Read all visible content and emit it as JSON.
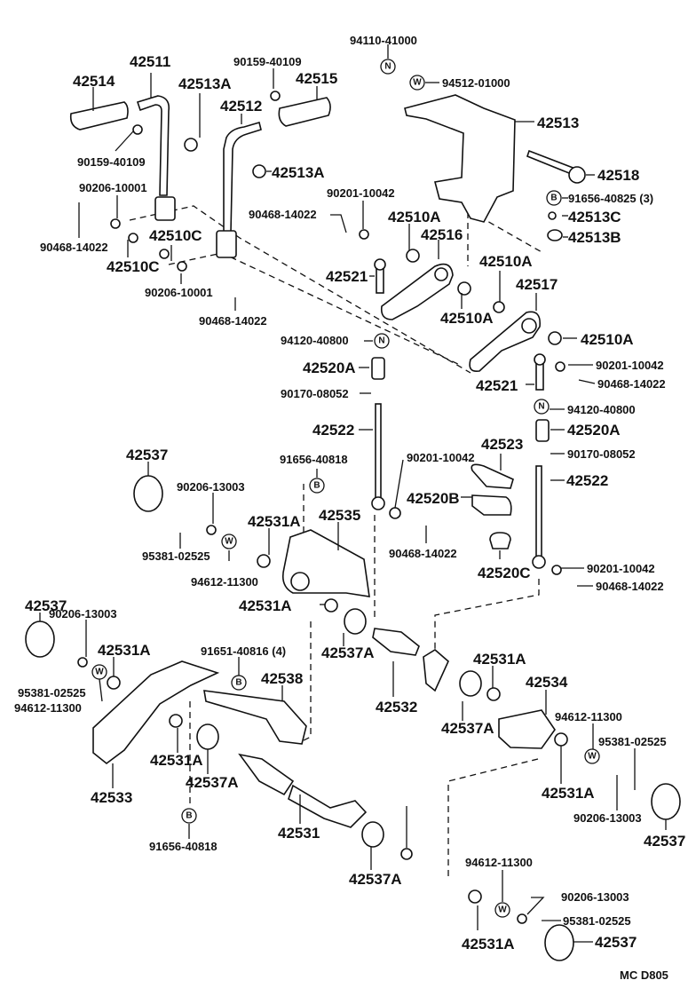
{
  "diagram": {
    "code": "MC D805",
    "labels": [
      {
        "id": "l1",
        "text": "94110-41000"
      },
      {
        "id": "l2",
        "text": "94512-01000"
      },
      {
        "id": "l3",
        "text": "42511"
      },
      {
        "id": "l4",
        "text": "90159-40109"
      },
      {
        "id": "l5",
        "text": "42514"
      },
      {
        "id": "l6",
        "text": "42513A"
      },
      {
        "id": "l7",
        "text": "42515"
      },
      {
        "id": "l8",
        "text": "42512"
      },
      {
        "id": "l9",
        "text": "42513"
      },
      {
        "id": "l10",
        "text": "90159-40109"
      },
      {
        "id": "l11",
        "text": "42513A"
      },
      {
        "id": "l12",
        "text": "42518"
      },
      {
        "id": "l13",
        "text": "90206-10001"
      },
      {
        "id": "l14",
        "text": "91656-40825 (3)"
      },
      {
        "id": "l15",
        "text": "90201-10042"
      },
      {
        "id": "l16",
        "text": "42513C"
      },
      {
        "id": "l17",
        "text": "90468-14022"
      },
      {
        "id": "l18",
        "text": "42510A"
      },
      {
        "id": "l19",
        "text": "42513B"
      },
      {
        "id": "l20",
        "text": "42510C"
      },
      {
        "id": "l21",
        "text": "42516"
      },
      {
        "id": "l22",
        "text": "90468-14022"
      },
      {
        "id": "l23",
        "text": "42510C"
      },
      {
        "id": "l24",
        "text": "42510A"
      },
      {
        "id": "l25",
        "text": "42521"
      },
      {
        "id": "l26",
        "text": "42517"
      },
      {
        "id": "l27",
        "text": "90206-10001"
      },
      {
        "id": "l28",
        "text": "42510A"
      },
      {
        "id": "l29",
        "text": "90468-14022"
      },
      {
        "id": "l30",
        "text": "42510A"
      },
      {
        "id": "l31",
        "text": "94120-40800"
      },
      {
        "id": "l32",
        "text": "90201-10042"
      },
      {
        "id": "l33",
        "text": "42520A"
      },
      {
        "id": "l34",
        "text": "42521"
      },
      {
        "id": "l35",
        "text": "90468-14022"
      },
      {
        "id": "l36",
        "text": "90170-08052"
      },
      {
        "id": "l37",
        "text": "94120-40800"
      },
      {
        "id": "l38",
        "text": "42522"
      },
      {
        "id": "l39",
        "text": "42520A"
      },
      {
        "id": "l40",
        "text": "42523"
      },
      {
        "id": "l41",
        "text": "90170-08052"
      },
      {
        "id": "l42",
        "text": "42537"
      },
      {
        "id": "l43",
        "text": "91656-40818"
      },
      {
        "id": "l44",
        "text": "90201-10042"
      },
      {
        "id": "l45",
        "text": "42522"
      },
      {
        "id": "l46",
        "text": "90206-13003"
      },
      {
        "id": "l47",
        "text": "42535"
      },
      {
        "id": "l48",
        "text": "42520B"
      },
      {
        "id": "l49",
        "text": "42531A"
      },
      {
        "id": "l50",
        "text": "95381-02525"
      },
      {
        "id": "l51",
        "text": "90468-14022"
      },
      {
        "id": "l52",
        "text": "94612-11300"
      },
      {
        "id": "l53",
        "text": "42520C"
      },
      {
        "id": "l54",
        "text": "90201-10042"
      },
      {
        "id": "l55",
        "text": "90468-14022"
      },
      {
        "id": "l56",
        "text": "42537"
      },
      {
        "id": "l57",
        "text": "42531A"
      },
      {
        "id": "l58",
        "text": "90206-13003"
      },
      {
        "id": "l59",
        "text": "42537A"
      },
      {
        "id": "l60",
        "text": "42531A"
      },
      {
        "id": "l61",
        "text": "91651-40816 (4)"
      },
      {
        "id": "l62",
        "text": "42531A"
      },
      {
        "id": "l63",
        "text": "42538"
      },
      {
        "id": "l64",
        "text": "42532"
      },
      {
        "id": "l65",
        "text": "42534"
      },
      {
        "id": "l66",
        "text": "95381-02525"
      },
      {
        "id": "l67",
        "text": "94612-11300"
      },
      {
        "id": "l68",
        "text": "94612-11300"
      },
      {
        "id": "l69",
        "text": "95381-02525"
      },
      {
        "id": "l70",
        "text": "42537A"
      },
      {
        "id": "l71",
        "text": "42531A"
      },
      {
        "id": "l72",
        "text": "42537A"
      },
      {
        "id": "l73",
        "text": "42533"
      },
      {
        "id": "l74",
        "text": "42531A"
      },
      {
        "id": "l75",
        "text": "90206-13003"
      },
      {
        "id": "l76",
        "text": "42531"
      },
      {
        "id": "l77",
        "text": "42537"
      },
      {
        "id": "l78",
        "text": "91656-40818"
      },
      {
        "id": "l79",
        "text": "42537A"
      },
      {
        "id": "l80",
        "text": "94612-11300"
      },
      {
        "id": "l81",
        "text": "90206-13003"
      },
      {
        "id": "l82",
        "text": "95381-02525"
      },
      {
        "id": "l83",
        "text": "42531A"
      },
      {
        "id": "l84",
        "text": "42537"
      }
    ],
    "symbols": {
      "nut": "N",
      "washer": "W",
      "bolt": "B"
    }
  }
}
